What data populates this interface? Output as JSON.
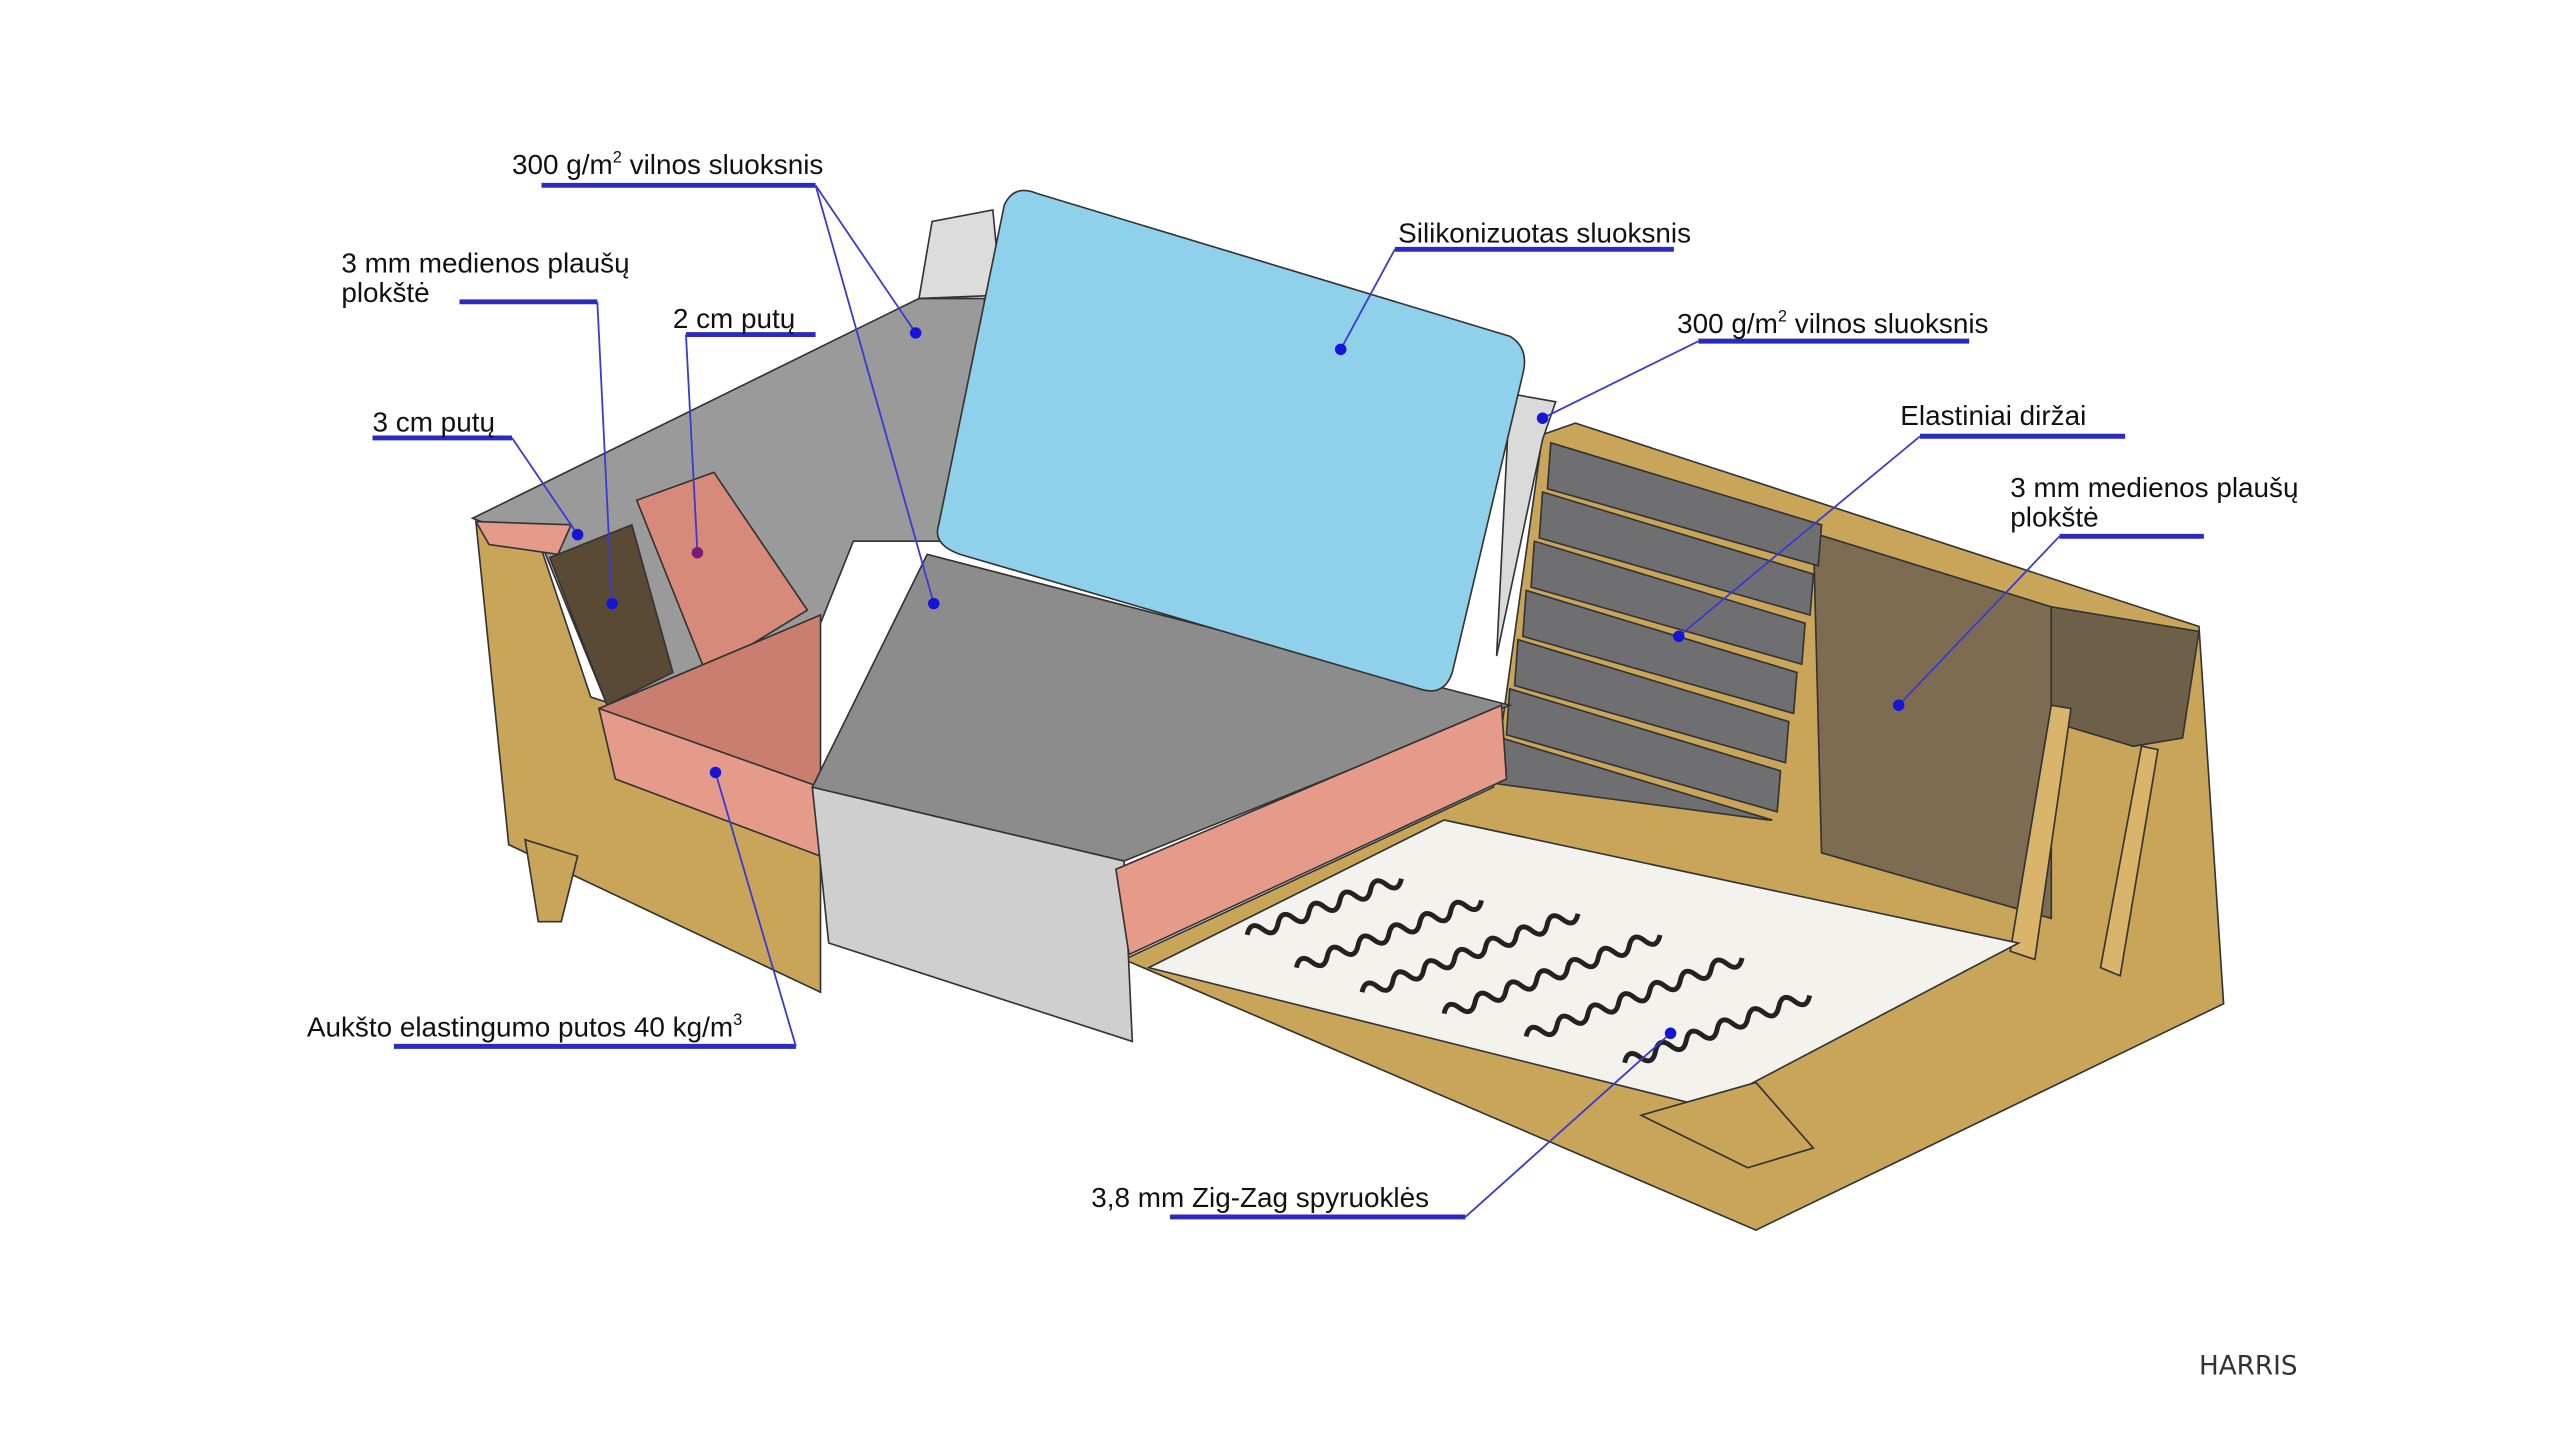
{
  "title": "Sofa construction layers",
  "labels": {
    "wool_top": {
      "text": "300 g/m",
      "sup": "2",
      "rest": " vilnos sluoksnis"
    },
    "fiberboard_left": {
      "line1": "3 mm medienos plaušų",
      "line2": "plokštė"
    },
    "foam_2cm": "2 cm putų",
    "foam_3cm": "3 cm putų",
    "silicone": "Silikonizuotas sluoksnis",
    "wool_right": {
      "text": "300 g/m",
      "sup": "2",
      "rest": " vilnos sluoksnis"
    },
    "belts": "Elastiniai diržai",
    "fiberboard_right": {
      "line1": "3 mm medienos plaušų",
      "line2": "plokštė"
    },
    "hr_foam": {
      "text": "Aukšto elastingumo putos 40 kg/m",
      "sup": "3"
    },
    "springs": "3,8 mm Zig-Zag spyruoklės"
  },
  "brand": "HARRIS",
  "colors": {
    "accent": "#2a2ac0",
    "wood": "#c9a55a",
    "foam": "#e59a8a",
    "cushion": "#8fd0ea",
    "grey": "#8c8c8c"
  }
}
